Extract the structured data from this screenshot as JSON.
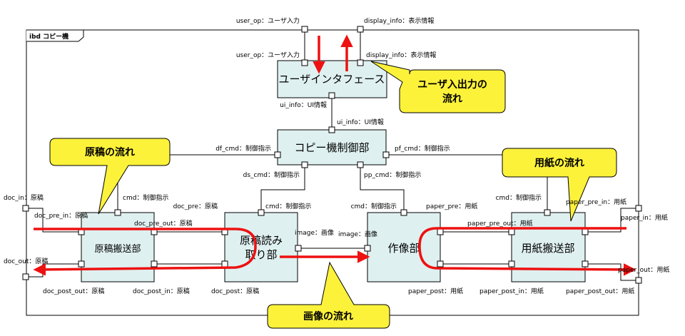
{
  "frame": {
    "label": "ibd コピー機"
  },
  "colors": {
    "block_fill": "#dff0f0",
    "callout_fill": "#fdf23a",
    "flow_arrow": "#ee1111",
    "line": "#000000"
  },
  "blocks": {
    "ui": "ユーザインタフェース",
    "ctrl": "コピー機制御部",
    "doc_transport": "原稿搬送部",
    "reader_line1": "原稿読み",
    "reader_line2": "取り部",
    "imager": "作像部",
    "paper_transport": "用紙搬送部"
  },
  "callouts": {
    "user_io_line1": "ユーザ入出力の",
    "user_io_line2": "流れ",
    "document": "原稿の流れ",
    "paper": "用紙の流れ",
    "image": "画像の流れ"
  },
  "labels": {
    "user_op_outer": "user_op：ユーザ入力",
    "display_info_outer": "display_info：表示情報",
    "user_op_inner": "user_op：ユーザ入力",
    "display_info_inner": "display_info：表示情報",
    "ui_info_1": "ui_info：UI情報",
    "ui_info_2": "ui_info：UI情報",
    "df_cmd": "df_cmd：制御指示",
    "pf_cmd": "pf_cmd：制御指示",
    "ds_cmd": "ds_cmd：制御指示",
    "pp_cmd": "pp_cmd：制御指示",
    "cmd_doc": "cmd：制御指示",
    "cmd_reader": "cmd：制御指示",
    "cmd_imager": "cmd：制御指示",
    "cmd_paper": "cmd：制御指示",
    "doc_in": "doc_in：原稿",
    "doc_pre_in": "doc_pre_in：原稿",
    "doc_pre_out": "doc_pre_out：原稿",
    "doc_pre": "doc_pre：原稿",
    "doc_out": "doc_out：原稿",
    "doc_post_out": "doc_post_out：原稿",
    "doc_post_in": "doc_post_in：原稿",
    "doc_post": "doc_post：原稿",
    "image_out": "image：画像",
    "image_in": "image：画像",
    "paper_pre": "paper_pre：用紙",
    "paper_pre_in": "paper_pre_in：用紙",
    "paper_in": "paper_in：用紙",
    "paper_pre_out": "paper_pre_out：用紙",
    "paper_out": "paper_out：用紙",
    "paper_post": "paper_post：用紙",
    "paper_post_in": "paper_post_in：用紙",
    "paper_post_out": "paper_post_out：用紙"
  }
}
